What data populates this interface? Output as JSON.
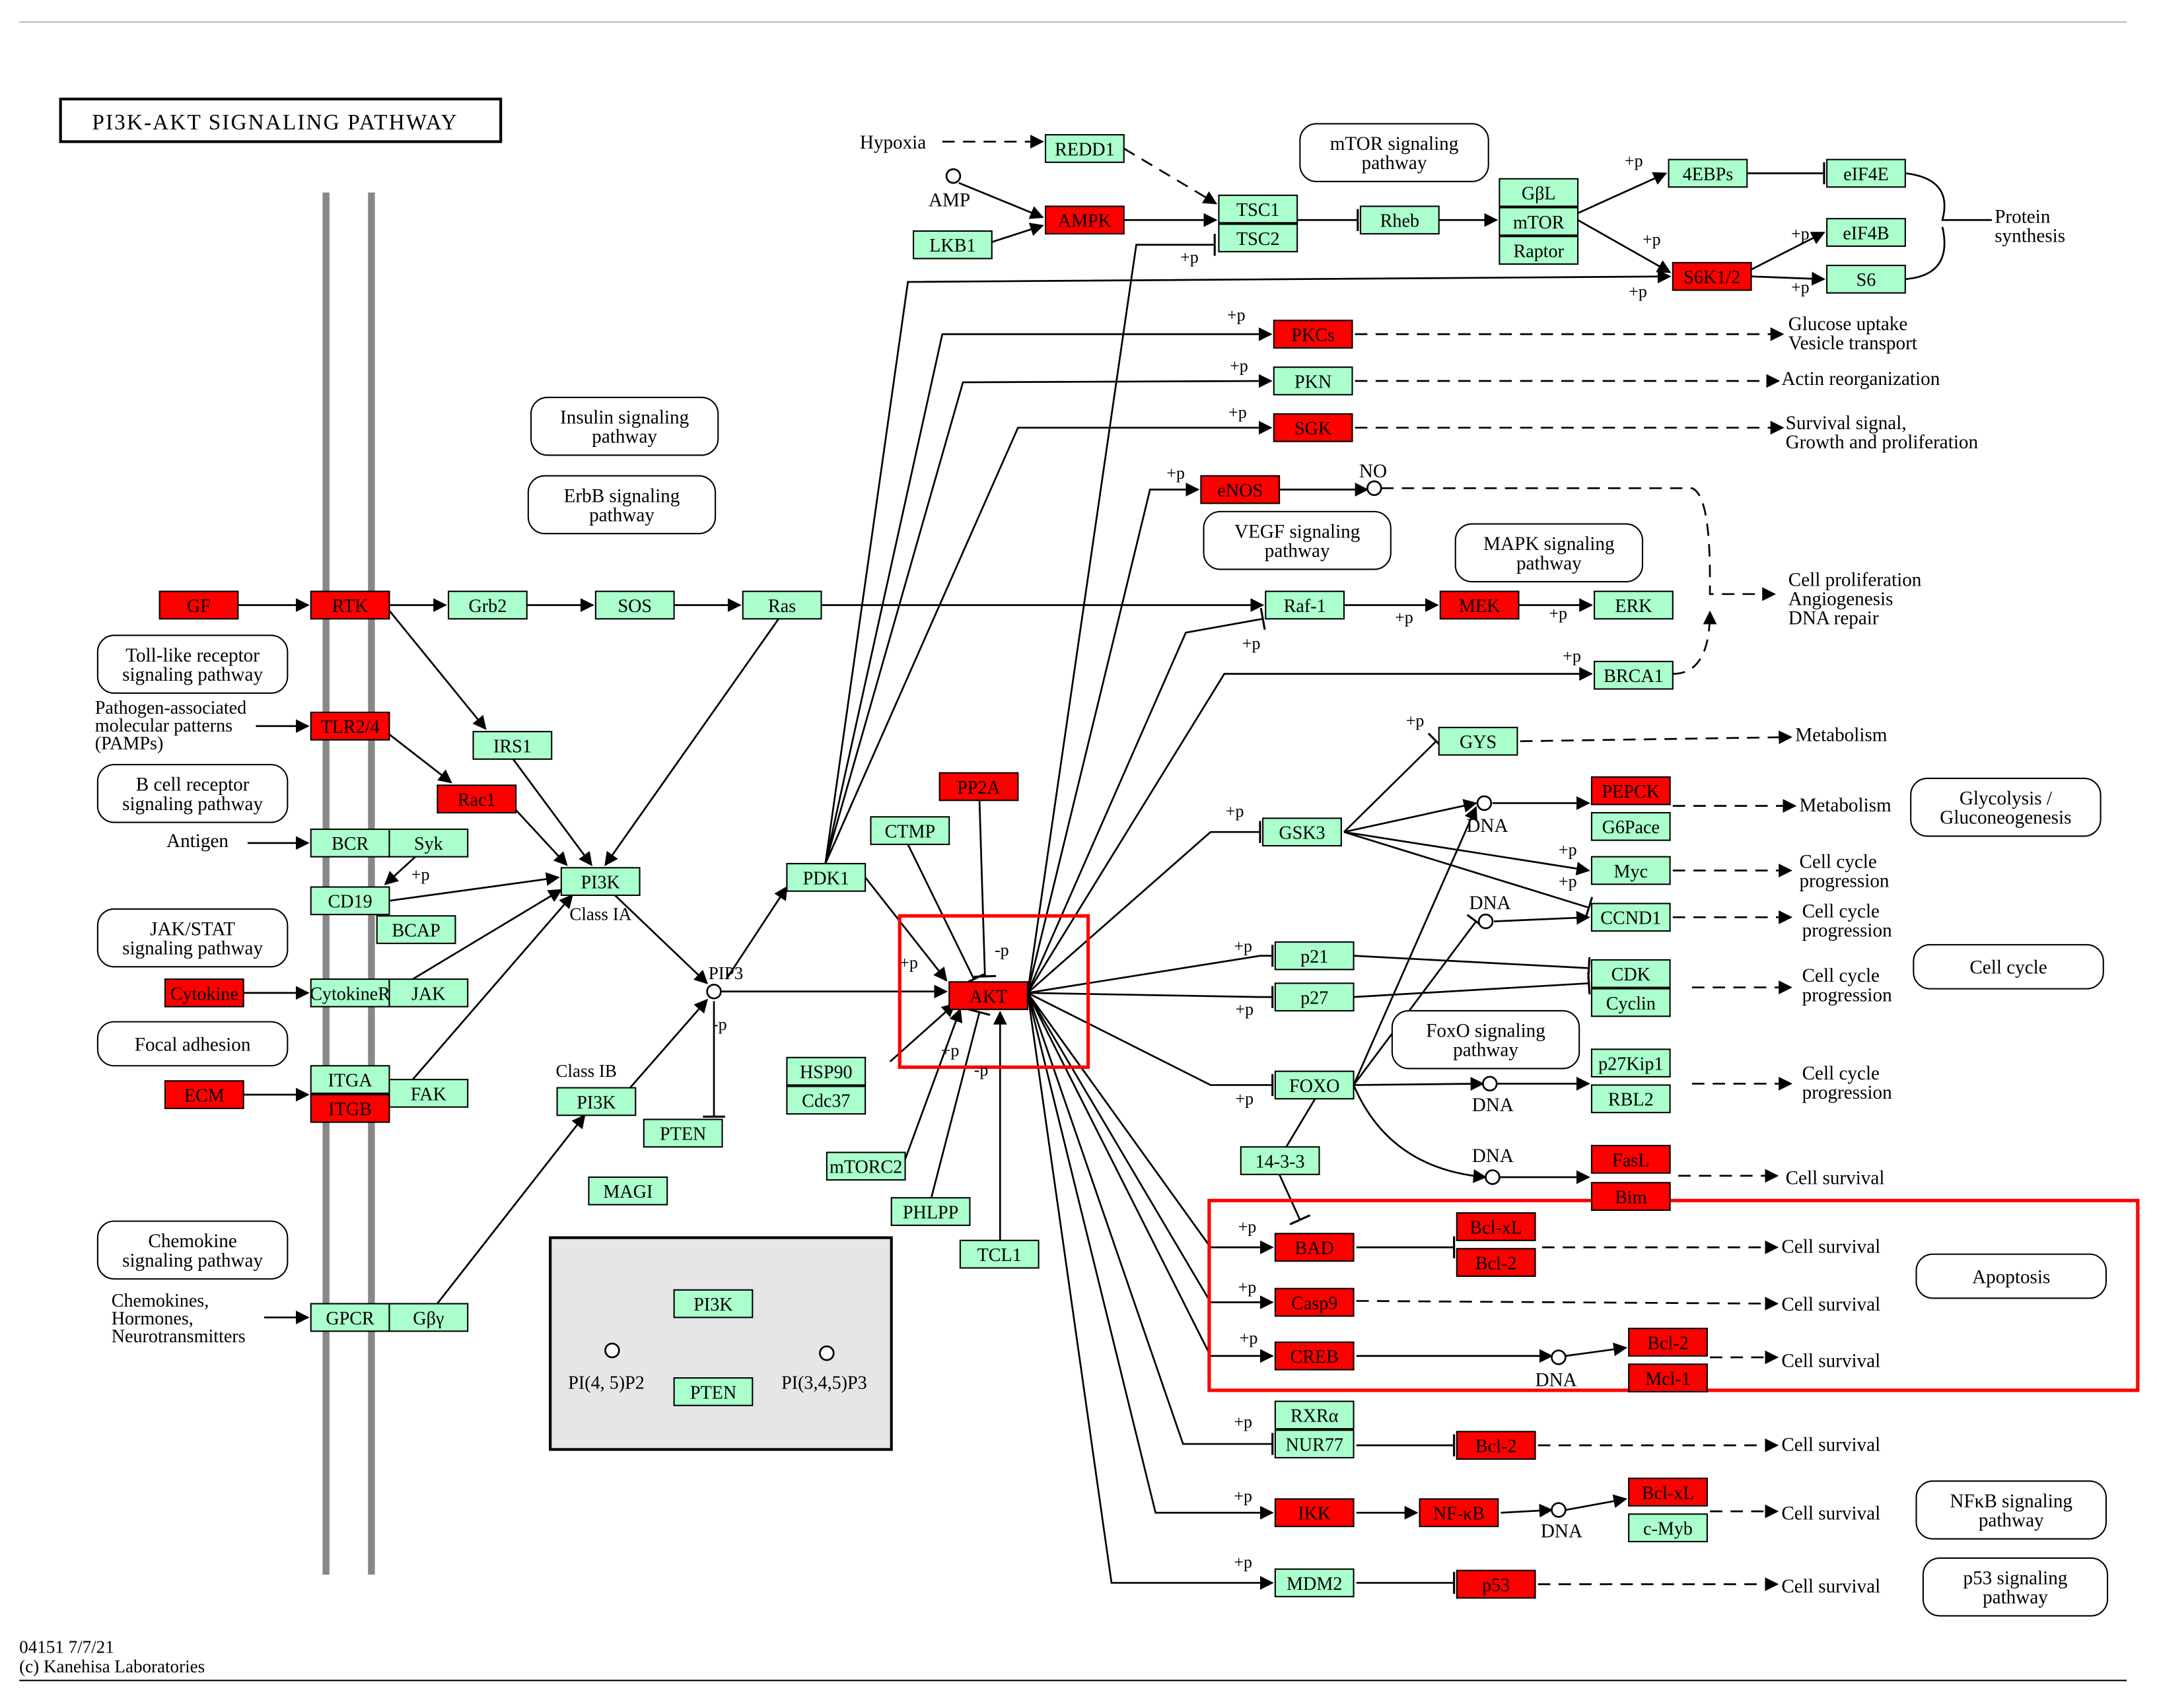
{
  "title": "PI3K-AKT SIGNALING PATHWAY",
  "footer": {
    "id_date": "04151 7/7/21",
    "copyright": "(c) Kanehisa Laboratories"
  },
  "colors": {
    "up": "#ff0000",
    "normal": "#aaffcc",
    "highlight": "#ff0000",
    "membrane": "#888888",
    "legend_bg": "#e6e6e6"
  },
  "genes": {
    "gf": "GF",
    "rtk": "RTK",
    "grb2": "Grb2",
    "sos": "SOS",
    "ras": "Ras",
    "tlr24": "TLR2/4",
    "irs1": "IRS1",
    "rac1": "Rac1",
    "bcr": "BCR",
    "syk": "Syk",
    "cd19": "CD19",
    "bcap": "BCAP",
    "cytokine": "Cytokine",
    "cytokiner": "CytokineR",
    "jak": "JAK",
    "itga": "ITGA",
    "itgb": "ITGB",
    "fak": "FAK",
    "ecm": "ECM",
    "gpcr": "GPCR",
    "gbg": "Gβγ",
    "pi3k_1a": "PI3K",
    "pi3k_1b": "PI3K",
    "pten": "PTEN",
    "magi": "MAGI",
    "pdk1": "PDK1",
    "ctmp": "CTMP",
    "pp2a": "PP2A",
    "akt": "AKT",
    "hsp90": "HSP90",
    "cdc37": "Cdc37",
    "mtorc2": "mTORC2",
    "phlpp": "PHLPP",
    "tcl1": "TCL1",
    "redd1": "REDD1",
    "ampk": "AMPK",
    "lkb1": "LKB1",
    "tsc1": "TSC1",
    "tsc2": "TSC2",
    "rheb": "Rheb",
    "gbl": "GβL",
    "mtor": "mTOR",
    "raptor": "Raptor",
    "ebps4": "4EBPs",
    "eif4e": "eIF4E",
    "s6k12": "S6K1/2",
    "eif4b": "eIF4B",
    "s6": "S6",
    "pkcs": "PKCs",
    "pkn": "PKN",
    "sgk": "SGK",
    "enos": "eNOS",
    "raf1": "Raf-1",
    "mek": "MEK",
    "erk": "ERK",
    "brca1": "BRCA1",
    "gys": "GYS",
    "gsk3": "GSK3",
    "pepck": "PEPCK",
    "g6pace": "G6Pace",
    "myc": "Myc",
    "ccnd1": "CCND1",
    "p21": "p21",
    "p27": "p27",
    "cdk": "CDK",
    "cyclin": "Cyclin",
    "foxo": "FOXO",
    "p27kip1": "p27Kip1",
    "rbl2": "RBL2",
    "fasl": "FasL",
    "bim": "Bim",
    "p1433": "14-3-3",
    "bad": "BAD",
    "bclxl_1": "Bcl-xL",
    "bcl2_1": "Bcl-2",
    "casp9": "Casp9",
    "creb": "CREB",
    "bcl2_2": "Bcl-2",
    "mcl1": "Mcl-1",
    "rxra": "RXRα",
    "nur77": "NUR77",
    "bcl2_3": "Bcl-2",
    "ikk": "IKK",
    "nfkb": "NF-κB",
    "bclxl_2": "Bcl-xL",
    "cmyb": "c-Myb",
    "mdm2": "MDM2",
    "p53": "p53",
    "legend_pi3k": "PI3K",
    "legend_pten": "PTEN"
  },
  "pathways": {
    "insulin": [
      "Insulin signaling",
      "pathway"
    ],
    "erbb": [
      "ErbB signaling",
      "pathway"
    ],
    "tolllike": [
      "Toll-like receptor",
      "signaling pathway"
    ],
    "bcell": [
      "B cell receptor",
      "signaling pathway"
    ],
    "jakstat": [
      "JAK/STAT",
      "signaling pathway"
    ],
    "focal": [
      "Focal adhesion"
    ],
    "chemokine": [
      "Chemokine",
      "signaling pathway"
    ],
    "mtor": [
      "mTOR signaling",
      "pathway"
    ],
    "vegf": [
      "VEGF signaling",
      "pathway"
    ],
    "mapk": [
      "MAPK signaling",
      "pathway"
    ],
    "foxo": [
      "FoxO signaling",
      "pathway"
    ],
    "glycolysis": [
      "Glycolysis /",
      "Gluconeogenesis"
    ],
    "cellcycle": [
      "Cell cycle"
    ],
    "apoptosis": [
      "Apoptosis"
    ],
    "nfkb": [
      "NFκB signaling",
      "pathway"
    ],
    "p53": [
      "p53 signaling",
      "pathway"
    ]
  },
  "labels": {
    "hypoxia": "Hypoxia",
    "amp": "AMP",
    "no": "NO",
    "pip3": "PIP3",
    "class1a": "Class IA",
    "class1b": "Class IB",
    "pamps": [
      "Pathogen-associated",
      "molecular patterns",
      "(PAMPs)"
    ],
    "antigen": "Antigen",
    "chemokines": [
      "Chemokines,",
      "Hormones,",
      "Neurotransmitters"
    ],
    "protein_synthesis": [
      "Protein",
      "synthesis"
    ],
    "glucose": [
      "Glucose uptake",
      "Vesicle transport"
    ],
    "actin": "Actin reorganization",
    "survival_growth": [
      "Survival signal,",
      "Growth and proliferation"
    ],
    "proliferation": [
      "Cell proliferation",
      "Angiogenesis",
      "DNA repair"
    ],
    "metabolism": "Metabolism",
    "cell_cycle_progression": [
      "Cell cycle",
      "progression"
    ],
    "cell_survival": "Cell survival",
    "dna": "DNA",
    "pi45p2": "PI(4, 5)P2",
    "pi345p3": "PI(3,4,5)P3",
    "plus_p": "+p",
    "minus_p": "-p"
  }
}
